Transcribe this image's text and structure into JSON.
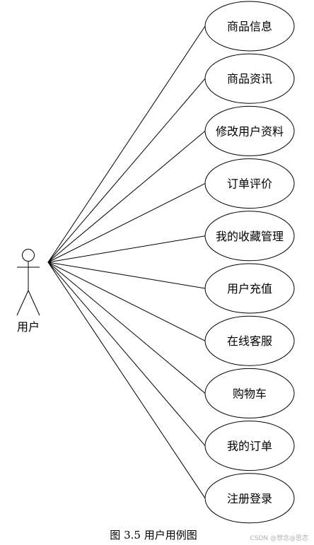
{
  "actor": {
    "label": "用户"
  },
  "use_cases": [
    "商品信息",
    "商品资讯",
    "修改用户资料",
    "订单评价",
    "我的收藏管理",
    "用户充值",
    "在线客服",
    "购物车",
    "我的订单",
    "注册登录"
  ],
  "caption": "图 3.5  用户用例图",
  "watermark": "CSDN @想念@思恋",
  "colors": {
    "line": "#000000",
    "background": "#ffffff",
    "watermark": "#b0b0b0"
  }
}
